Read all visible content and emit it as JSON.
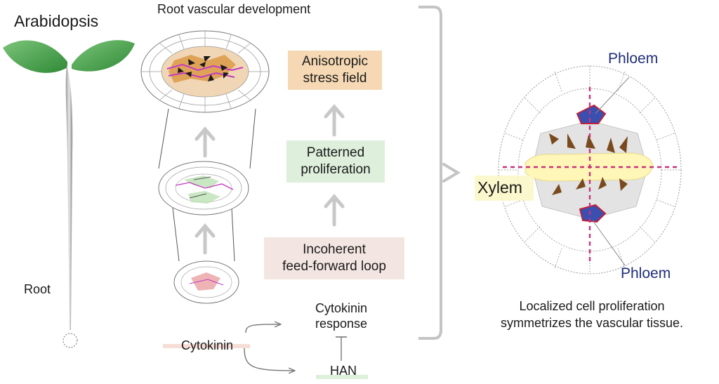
{
  "plant": {
    "title": "Arabidopsis",
    "root_label": "Root"
  },
  "development": {
    "title": "Root vascular development"
  },
  "steps": {
    "stress": {
      "line1": "Anisotropic",
      "line2": "stress field",
      "bg": "#f6d9b4"
    },
    "prolif": {
      "line1": "Patterned",
      "line2": "proliferation",
      "bg": "#deefdc"
    },
    "loop": {
      "line1": "Incoherent",
      "line2": "feed-forward loop",
      "bg": "#f3e6e2"
    }
  },
  "network": {
    "cytokinin": "Cytokinin",
    "response_line1": "Cytokinin",
    "response_line2": "response",
    "han": "HAN"
  },
  "cross_section": {
    "phloem_top": "Phloem",
    "phloem_bottom": "Phloem",
    "xylem": "Xylem"
  },
  "caption": {
    "line1": "Localized cell proliferation",
    "line2": "symmetrizes the vascular tissue."
  },
  "colors": {
    "leaf": "#4aa64a",
    "phloem_text": "#1f2f7a",
    "axis_dash": "#c8337a",
    "arrow": "#7a4a1e",
    "gray_arrow": "#c8c8c8"
  }
}
